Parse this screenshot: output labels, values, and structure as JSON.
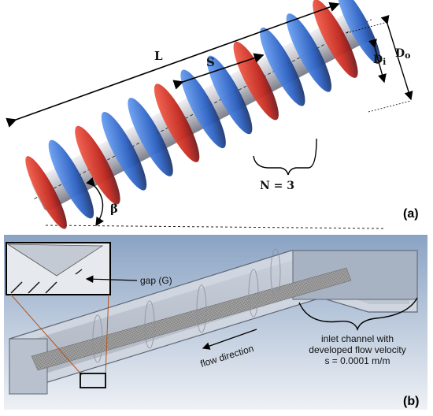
{
  "panel_a": {
    "tag": "(a)",
    "labels": {
      "length": "L",
      "pitch": "S",
      "inner_diameter": "Di",
      "outer_diameter": "Do",
      "turns": "N = 3",
      "angle": "β"
    }
  },
  "panel_b": {
    "tag": "(b)",
    "gap_label": "gap (G)",
    "flow_label": "flow direction",
    "inlet_line1": "inlet channel with",
    "inlet_line2": "developed flow velocity",
    "inlet_line3": "s = 0.0001 m/m"
  },
  "colors": {
    "blade_red": "#d8392e",
    "blade_blue": "#2f6fd0",
    "blade_dark": "#1a1f3c",
    "shaft_grey": "#c9c9d0",
    "channel_bg_top": "#8ea6c6",
    "channel_bg_bottom": "#e3e8ef",
    "mesh_grey": "#9a9a9a",
    "inset_border": "#000000"
  },
  "icons": {
    "arrow": "arrow-icon",
    "bracket": "bracket-icon"
  }
}
